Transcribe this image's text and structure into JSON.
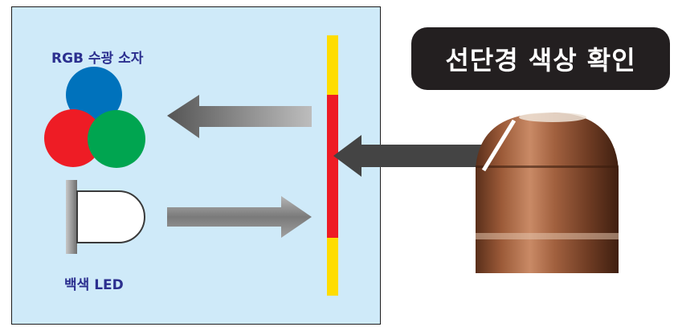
{
  "labels": {
    "rgb_sensor": "RGB 수광 소자",
    "white_led": "백색 LED",
    "title": "선단경 색상 확인"
  },
  "colors": {
    "panel_bg": "#cfeaf9",
    "sensor_red": "#ee1c25",
    "sensor_green": "#00a550",
    "sensor_blue": "#0072bc",
    "strip_yellow": "#ffdd00",
    "strip_red": "#ee1c25",
    "label_text": "#2b2f8f",
    "title_bg": "#231f20"
  },
  "icons": [
    "rgb-sensor-icon",
    "white-led-icon",
    "arrow-left-icon",
    "arrow-right-icon",
    "probe-arrow-icon",
    "electrode-tip-icon"
  ]
}
